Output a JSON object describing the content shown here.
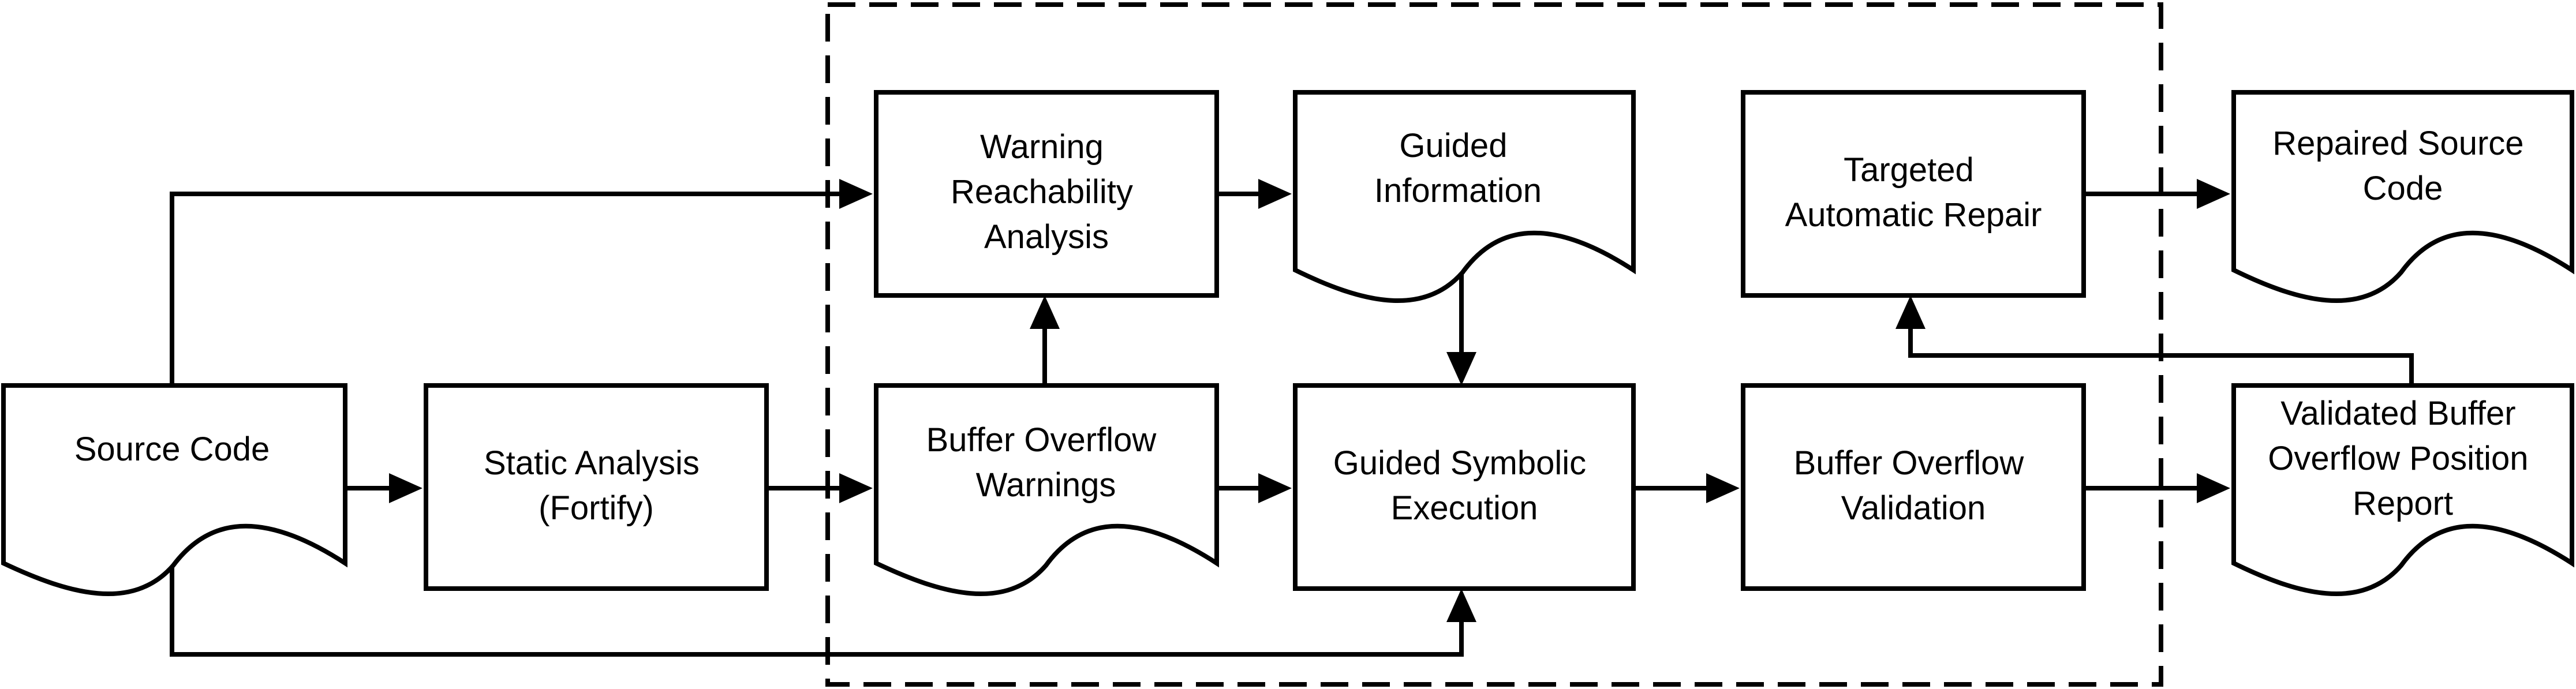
{
  "nodes": {
    "source_code": {
      "kind": "document",
      "lines": [
        "Source Code"
      ]
    },
    "static_analysis": {
      "kind": "process",
      "lines": [
        "Static Analysis",
        "(Fortify)"
      ]
    },
    "buffer_overflow_warnings": {
      "kind": "document",
      "lines": [
        "Buffer Overflow",
        "Warnings"
      ]
    },
    "warning_reachability_analysis": {
      "kind": "process",
      "lines": [
        "Warning",
        "Reachability",
        "Analysis"
      ]
    },
    "guided_information": {
      "kind": "document",
      "lines": [
        "Guided",
        "Information"
      ]
    },
    "guided_symbolic_execution": {
      "kind": "process",
      "lines": [
        "Guided Symbolic",
        "Execution"
      ]
    },
    "buffer_overflow_validation": {
      "kind": "process",
      "lines": [
        "Buffer Overflow",
        "Validation"
      ]
    },
    "targeted_automatic_repair": {
      "kind": "process",
      "lines": [
        "Targeted",
        "Automatic Repair"
      ]
    },
    "repaired_source_code": {
      "kind": "document",
      "lines": [
        "Repaired Source",
        "Code"
      ]
    },
    "validated_report": {
      "kind": "document",
      "lines": [
        "Validated Buffer",
        "Overflow Position",
        "Report"
      ]
    }
  },
  "edges": [
    {
      "from": "source_code",
      "to": "static_analysis"
    },
    {
      "from": "static_analysis",
      "to": "buffer_overflow_warnings"
    },
    {
      "from": "source_code",
      "to": "warning_reachability_analysis"
    },
    {
      "from": "buffer_overflow_warnings",
      "to": "warning_reachability_analysis"
    },
    {
      "from": "warning_reachability_analysis",
      "to": "guided_information"
    },
    {
      "from": "guided_information",
      "to": "guided_symbolic_execution"
    },
    {
      "from": "buffer_overflow_warnings",
      "to": "guided_symbolic_execution"
    },
    {
      "from": "source_code",
      "to": "guided_symbolic_execution"
    },
    {
      "from": "guided_symbolic_execution",
      "to": "buffer_overflow_validation"
    },
    {
      "from": "buffer_overflow_validation",
      "to": "validated_report"
    },
    {
      "from": "validated_report",
      "to": "targeted_automatic_repair"
    },
    {
      "from": "targeted_automatic_repair",
      "to": "repaired_source_code"
    }
  ],
  "region": {
    "style": "dashed",
    "contains": [
      "buffer_overflow_warnings",
      "warning_reachability_analysis",
      "guided_information",
      "guided_symbolic_execution",
      "buffer_overflow_validation",
      "targeted_automatic_repair"
    ]
  }
}
